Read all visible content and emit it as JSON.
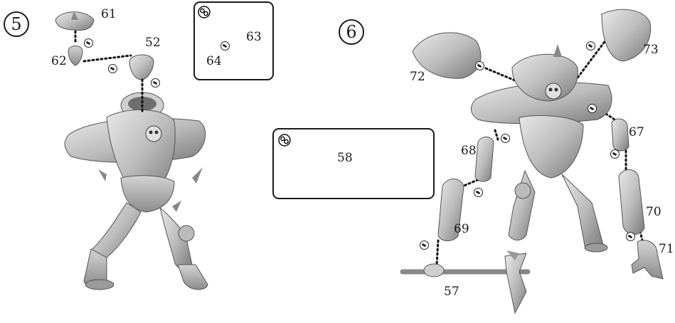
{
  "steps": [
    {
      "number": "5"
    },
    {
      "number": "6"
    }
  ],
  "parts": {
    "p61": "61",
    "p62": "62",
    "p52": "52",
    "p63": "63",
    "p64": "64",
    "p58": "58",
    "p72": "72",
    "p73": "73",
    "p67": "67",
    "p68": "68",
    "p69": "69",
    "p70": "70",
    "p71": "71",
    "p57": "57"
  },
  "icons": {
    "glue": "glue-drop-icon",
    "alternate": "alternate-build-icon"
  },
  "colors": {
    "ink": "#1a1a1a",
    "model_light": "#d8d8d8",
    "model_mid": "#a9a9a9",
    "model_dark": "#6e6e6e"
  }
}
